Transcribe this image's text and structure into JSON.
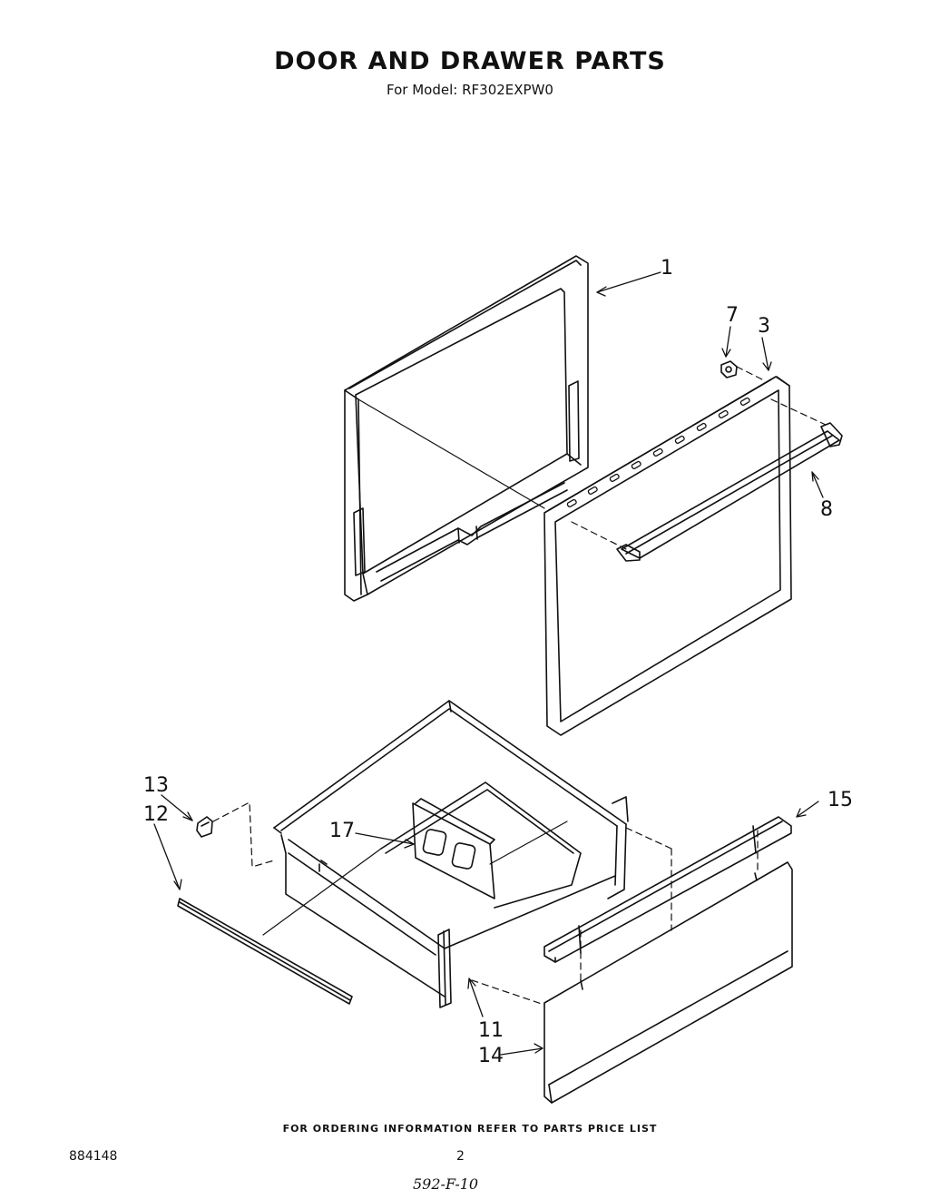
{
  "header": {
    "title": "DOOR AND DRAWER PARTS",
    "subtitle": "For Model: RF302EXPW0"
  },
  "callouts": {
    "p1": "1",
    "p3": "3",
    "p7": "7",
    "p8": "8",
    "p11": "11",
    "p12": "12",
    "p13": "13",
    "p14": "14",
    "p15": "15",
    "p17": "17"
  },
  "footer": {
    "ordering_note": "FOR ORDERING INFORMATION REFER TO PARTS PRICE LIST",
    "doc_number": "884148",
    "page_number": "2",
    "handwritten_code": "592-F-10"
  }
}
